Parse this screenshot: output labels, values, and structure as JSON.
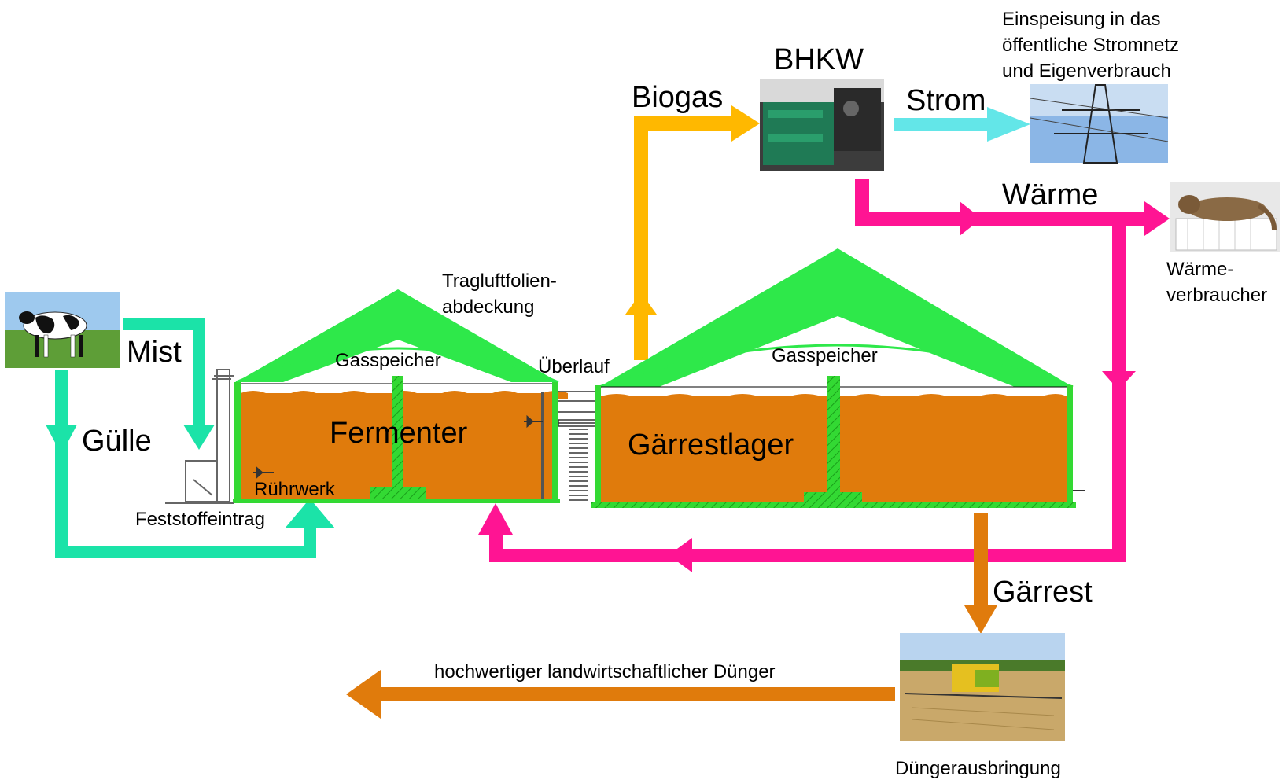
{
  "labels": {
    "mist": "Mist",
    "guelle": "Gülle",
    "feststoffeintrag": "Feststoffeintrag",
    "ruehrwerk": "Rührwerk",
    "fermenter": "Fermenter",
    "gasspeicher_1": "Gasspeicher",
    "gasspeicher_2": "Gasspeicher",
    "tragluft_1": "Tragluftfolien-",
    "tragluft_2": "abdeckung",
    "ueberlauf": "Überlauf",
    "gaerrestlager": "Gärrestlager",
    "biogas": "Biogas",
    "bhkw": "BHKW",
    "strom": "Strom",
    "einspeisung_1": "Einspeisung in das",
    "einspeisung_2": "öffentliche Stromnetz",
    "einspeisung_3": "und Eigenverbrauch",
    "waerme": "Wärme",
    "waermeverbraucher_1": "Wärme-",
    "waermeverbraucher_2": "verbraucher",
    "gaerrest": "Gärrest",
    "duenger": "hochwertiger landwirtschaftlicher Dünger",
    "duengerausbringung": "Düngerausbringung"
  },
  "colors": {
    "guelle_mist_flow": "#1be3a8",
    "biogas_flow": "#ffb800",
    "strom_flow": "#63e6e8",
    "waerme_flow": "#ff1493",
    "gaerrest_flow": "#e07b0c",
    "tank_fill": "#e07b0c",
    "tank_wall": "#33d933",
    "dome": "#2ee84a"
  },
  "images": {
    "cow": "cow-photo",
    "bhkw": "engine-photo",
    "grid": "power-pylon-photo",
    "cat": "cat-on-radiator-photo",
    "field": "fertilizer-spreading-photo"
  }
}
